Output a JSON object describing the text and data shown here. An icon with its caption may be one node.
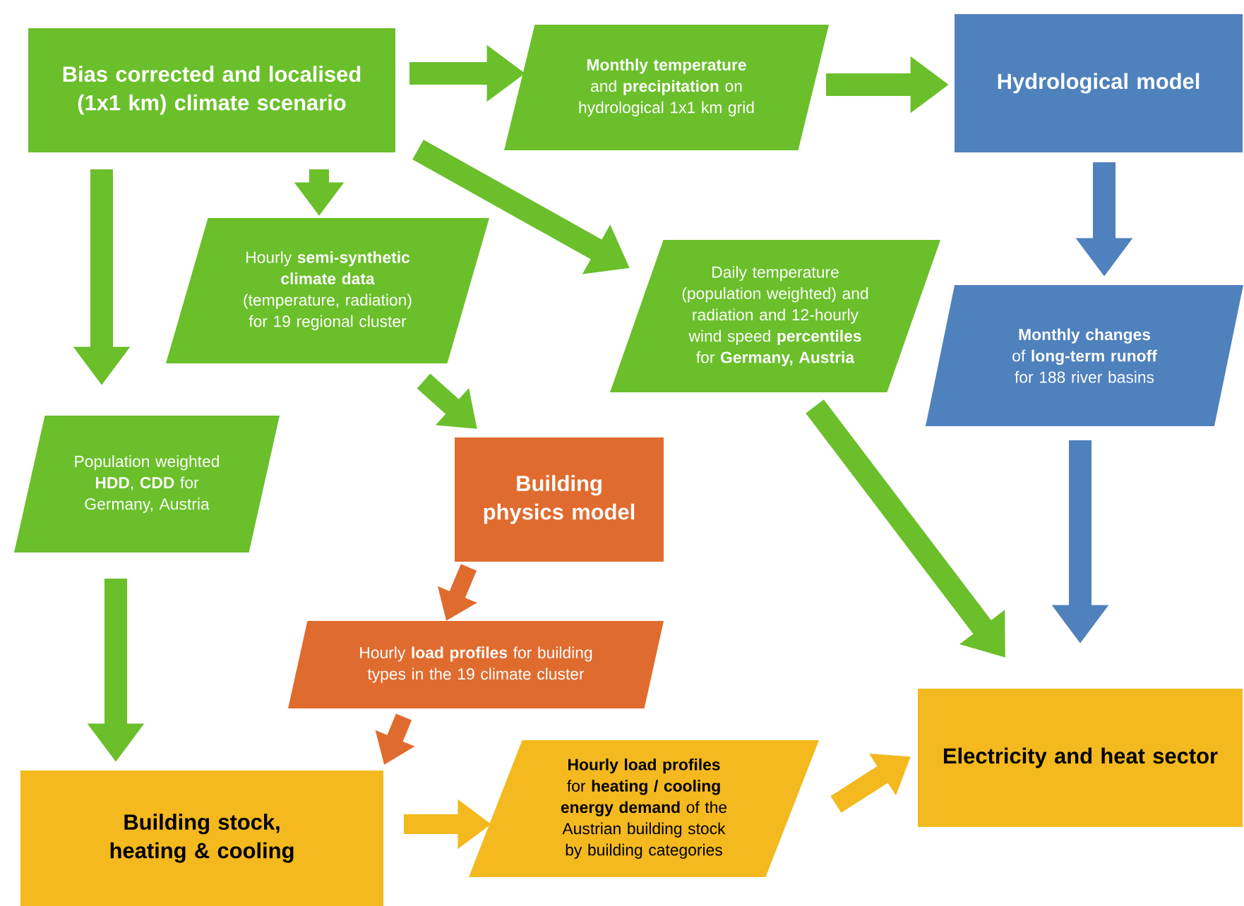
{
  "diagram": {
    "nodes": [
      {
        "text": [
          "Bias corrected and localised (1x1 km) climate scenario"
        ]
      },
      {
        "text": [
          "**Monthly temperature** and **precipitation** on hydrological 1x1 km grid"
        ]
      },
      {
        "text": [
          "Hydrological model"
        ]
      },
      {
        "text": [
          "Hourly **semi-synthetic climate data** (temperature, radiation) for 19 regional cluster"
        ]
      },
      {
        "text": [
          "Daily temperature (population weighted) and radiation and 12-hourly wind speed **percentiles** for **Germany, Austria**"
        ]
      },
      {
        "text": [
          "**Monthly changes** of **long-term runoff** for 188 river basins"
        ]
      },
      {
        "text": [
          "Population weighted **HDD**, **CDD** for Germany, Austria"
        ]
      },
      {
        "text": [
          "Building physics model"
        ]
      },
      {
        "text": [
          "Hourly **load profiles** for building types in the 19 climate cluster"
        ]
      },
      {
        "text": [
          "Building stock, heating & cooling"
        ]
      },
      {
        "text": [
          "**Hourly load profiles** for **heating / cooling energy demand** of the Austrian building stock by building categories"
        ]
      },
      {
        "text": [
          "Electricity and heat sector"
        ]
      }
    ],
    "edges": [
      {
        "from": 0,
        "to": 1,
        "arrow": "to"
      },
      {
        "from": 1,
        "to": 2,
        "arrow": "to"
      },
      {
        "from": 0,
        "to": 3,
        "arrow": "to"
      },
      {
        "from": 0,
        "to": 4,
        "arrow": "to"
      },
      {
        "from": 0,
        "to": 6,
        "arrow": "to"
      },
      {
        "from": 3,
        "to": 7,
        "arrow": "to"
      },
      {
        "from": 2,
        "to": 5,
        "arrow": "to",
        "color": "#4f81bd"
      },
      {
        "from": 4,
        "to": 11,
        "arrow": "to"
      },
      {
        "from": 5,
        "to": 11,
        "arrow": "to",
        "color": "#4f81bd"
      },
      {
        "from": 7,
        "to": 8,
        "arrow": "to",
        "color": "#e06b2f"
      },
      {
        "from": 8,
        "to": 9,
        "arrow": "to",
        "color": "#e06b2f"
      },
      {
        "from": 6,
        "to": 9,
        "arrow": "to"
      },
      {
        "from": 9,
        "to": 10,
        "arrow": "to",
        "color": "#f4b91e"
      },
      {
        "from": 10,
        "to": 11,
        "arrow": "to",
        "color": "#f4b91e"
      }
    ]
  }
}
